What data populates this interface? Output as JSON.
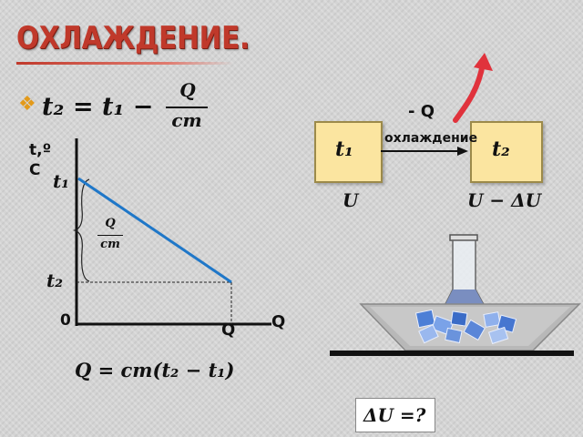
{
  "slide": {
    "title": "ОХЛАЖДЕНИЕ.",
    "bullet_glyph": "❖",
    "formula_main": {
      "lhs": "t₂",
      "eq": "= t₁ −",
      "num": "Q",
      "den": "cm"
    },
    "graph": {
      "y_axis_label_line1": "t,º",
      "y_axis_label_line2": "C",
      "x_axis_label": "Q",
      "origin_label": "0",
      "t1_label": "t₁",
      "t2_label": "t₂",
      "brace_num": "Q",
      "brace_den": "cm",
      "q_tick_label": "Q",
      "line_color": "#1f77c8"
    },
    "formula_bottom": "Q = cm(t₂ − t₁)",
    "diagram": {
      "minus_q": "- Q",
      "box1_label": "t₁",
      "box2_label": "t₂",
      "arrow_label": "охлаждение",
      "u_label": "U",
      "u_minus_label": "U − ΔU"
    },
    "question": "ΔU =?"
  },
  "colors": {
    "title": "#c0392b",
    "box_fill": "#fbe5a0",
    "graph_line": "#1f77c8",
    "curved_arrow": "#e0323c",
    "bullet": "#e39a1a"
  }
}
